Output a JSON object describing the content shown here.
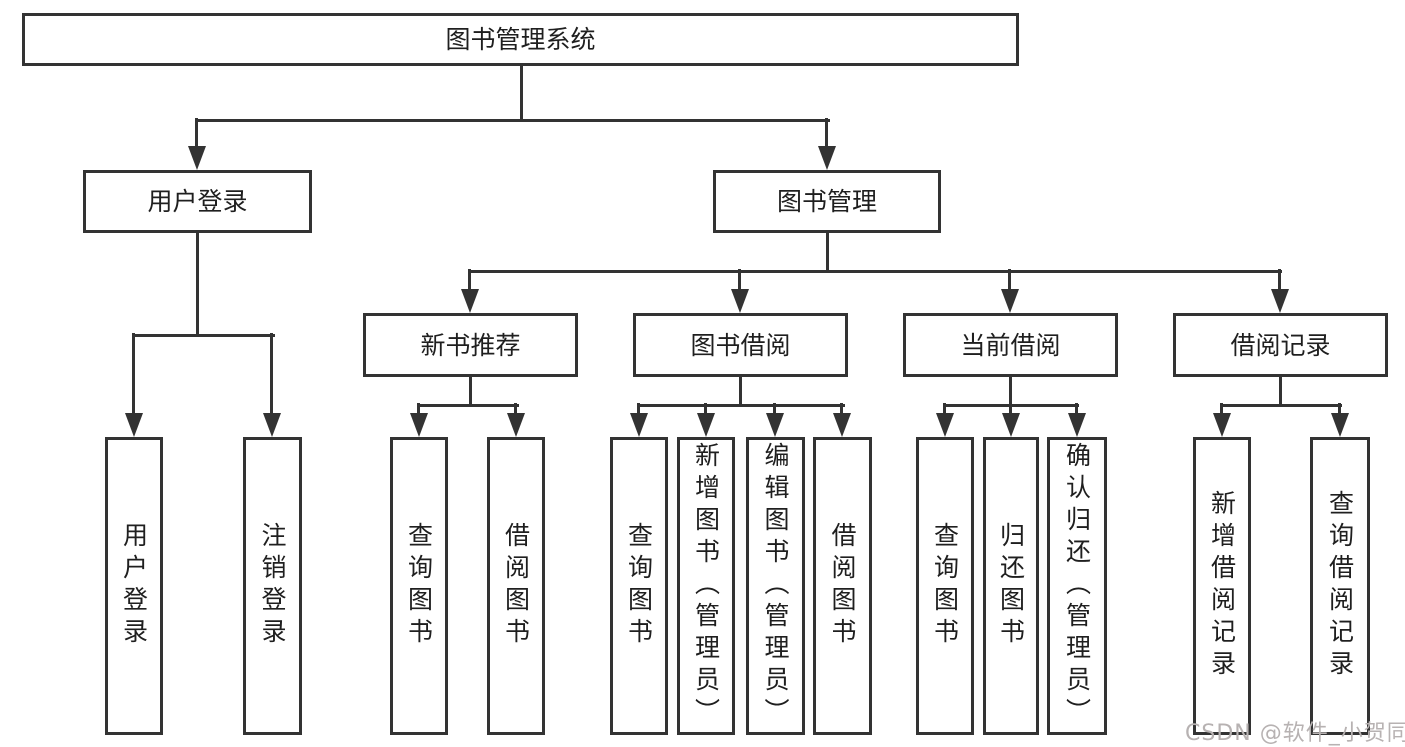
{
  "diagram": {
    "type": "tree",
    "nodes": {
      "root": "图书管理系统",
      "user_login": "用户登录",
      "book_mgmt": "图书管理",
      "login": "用户登录",
      "logout": "注销登录",
      "new_book_rec": "新书推荐",
      "book_borrow": "图书借阅",
      "current_borrow": "当前借阅",
      "borrow_record": "借阅记录",
      "nb_query": "查询图书",
      "nb_borrow": "借阅图书",
      "bb_query": "查询图书",
      "bb_add": "新增图书（管理员）",
      "bb_edit": "编辑图书（管理员）",
      "bb_borrow": "借阅图书",
      "cb_query": "查询图书",
      "cb_return": "归还图书",
      "cb_confirm": "确认归还（管理员）",
      "br_add": "新增借阅记录",
      "br_query": "查询借阅记录"
    },
    "edges": [
      [
        "root",
        "user_login"
      ],
      [
        "root",
        "book_mgmt"
      ],
      [
        "user_login",
        "login"
      ],
      [
        "user_login",
        "logout"
      ],
      [
        "book_mgmt",
        "new_book_rec"
      ],
      [
        "book_mgmt",
        "book_borrow"
      ],
      [
        "book_mgmt",
        "current_borrow"
      ],
      [
        "book_mgmt",
        "borrow_record"
      ],
      [
        "new_book_rec",
        "nb_query"
      ],
      [
        "new_book_rec",
        "nb_borrow"
      ],
      [
        "book_borrow",
        "bb_query"
      ],
      [
        "book_borrow",
        "bb_add"
      ],
      [
        "book_borrow",
        "bb_edit"
      ],
      [
        "book_borrow",
        "bb_borrow"
      ],
      [
        "current_borrow",
        "cb_query"
      ],
      [
        "current_borrow",
        "cb_return"
      ],
      [
        "current_borrow",
        "cb_confirm"
      ],
      [
        "borrow_record",
        "br_add"
      ],
      [
        "borrow_record",
        "br_query"
      ]
    ]
  },
  "watermark": "CSDN @软件_小贺同学",
  "colors": {
    "line": "#333333",
    "text": "#1f1f1f",
    "watermark": "#b7b2b2",
    "background": "#ffffff"
  }
}
